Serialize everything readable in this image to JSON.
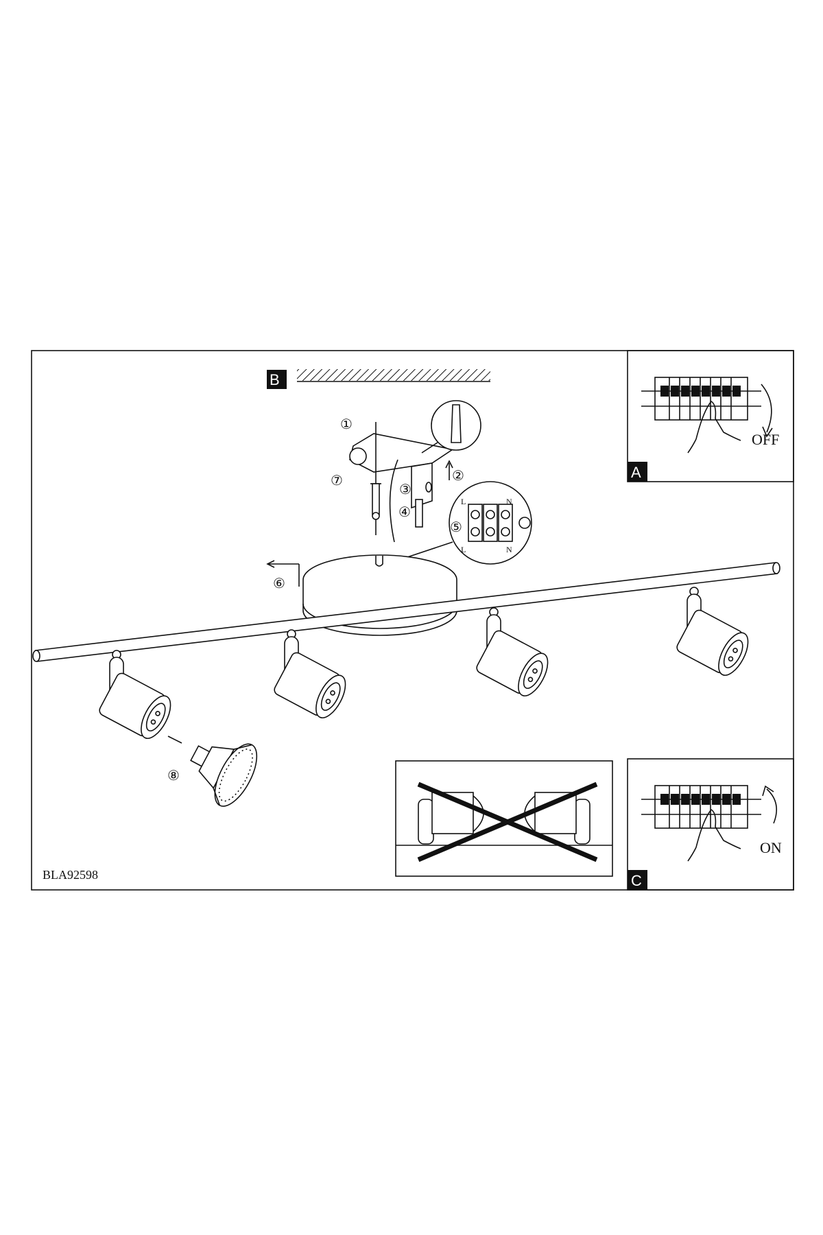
{
  "document": {
    "model_code": "BLA92598",
    "panels": {
      "a": {
        "label": "A",
        "switch_state": "OFF"
      },
      "b": {
        "label": "B"
      },
      "c": {
        "label": "C",
        "switch_state": "ON"
      }
    },
    "step_markers": [
      "①",
      "②",
      "③",
      "④",
      "⑤",
      "⑥",
      "⑦",
      "⑧"
    ],
    "terminal_labels": {
      "live": "L",
      "neutral": "N"
    },
    "colors": {
      "ink": "#111111",
      "background": "#ffffff"
    }
  }
}
